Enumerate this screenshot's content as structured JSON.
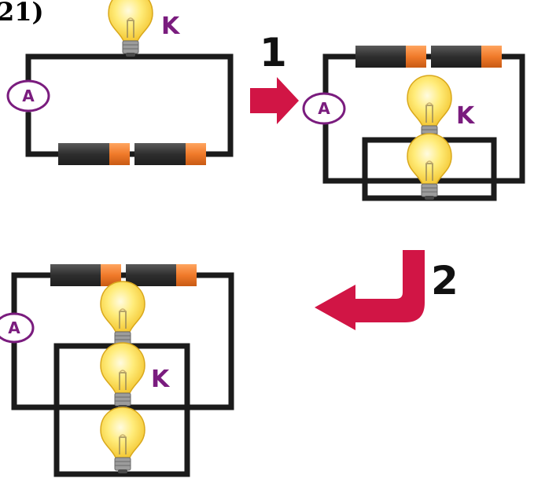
{
  "question_number": "21)",
  "steps": [
    {
      "label": "1",
      "arrow_direction": "right"
    },
    {
      "label": "2",
      "arrow_direction": "down-left"
    }
  ],
  "ammeter_label": "A",
  "bulb_key_label": "K",
  "circuits": [
    {
      "name": "initial",
      "battery_cells": 2,
      "bulbs": 1,
      "key_bulb": 1,
      "arrangement": "series"
    },
    {
      "name": "after-step-1",
      "battery_cells": 2,
      "bulbs": 2,
      "key_bulb": 1,
      "arrangement": "parallel"
    },
    {
      "name": "after-step-2",
      "battery_cells": 2,
      "bulbs": 3,
      "key_bulb": 2,
      "arrangement": "parallel"
    }
  ],
  "colors": {
    "wire": "#1b1b1b",
    "label_purple": "#7a1c7e",
    "arrow_red": "#d11545",
    "battery_body": "#3a3a3a",
    "battery_cap": "#f07a2a",
    "bulb_glass": "#ffe35a"
  }
}
